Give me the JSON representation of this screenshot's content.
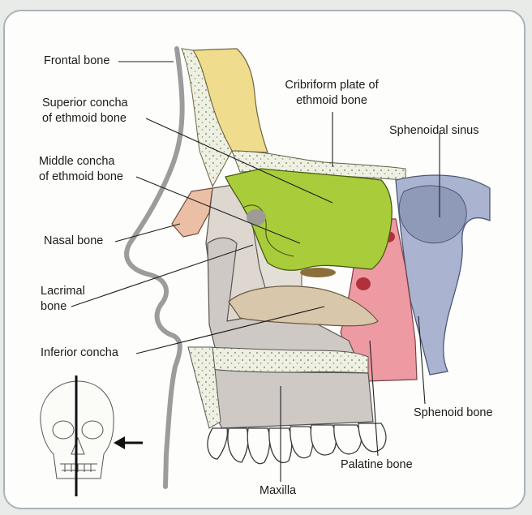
{
  "labels": {
    "frontal_bone": "Frontal bone",
    "cribriform_plate": "Cribriform plate of\nethmoid bone",
    "superior_concha": "Superior concha\nof ethmoid bone",
    "sphenoidal_sinus": "Sphenoidal sinus",
    "middle_concha": "Middle concha\nof ethmoid bone",
    "nasal_bone": "Nasal bone",
    "lacrimal_bone": "Lacrimal\nbone",
    "inferior_concha": "Inferior concha",
    "sphenoid_bone": "Sphenoid bone",
    "palatine_bone": "Palatine bone",
    "maxilla": "Maxilla"
  },
  "colors": {
    "frontal": "#efdc8c",
    "ethmoid": "#a9cc3a",
    "nasal": "#ebbfa6",
    "lacrimal": "#ddd7d0",
    "maxilla": "#cfc9c5",
    "inferior_concha": "#d8c7ab",
    "palatine": "#ee9aa3",
    "sphenoid": "#aab3cf",
    "bone_texture": "#eef0e2"
  },
  "icons": {
    "skull_thumbnail": "skull-front-view-icon",
    "arrow": "arrow-left-icon"
  }
}
